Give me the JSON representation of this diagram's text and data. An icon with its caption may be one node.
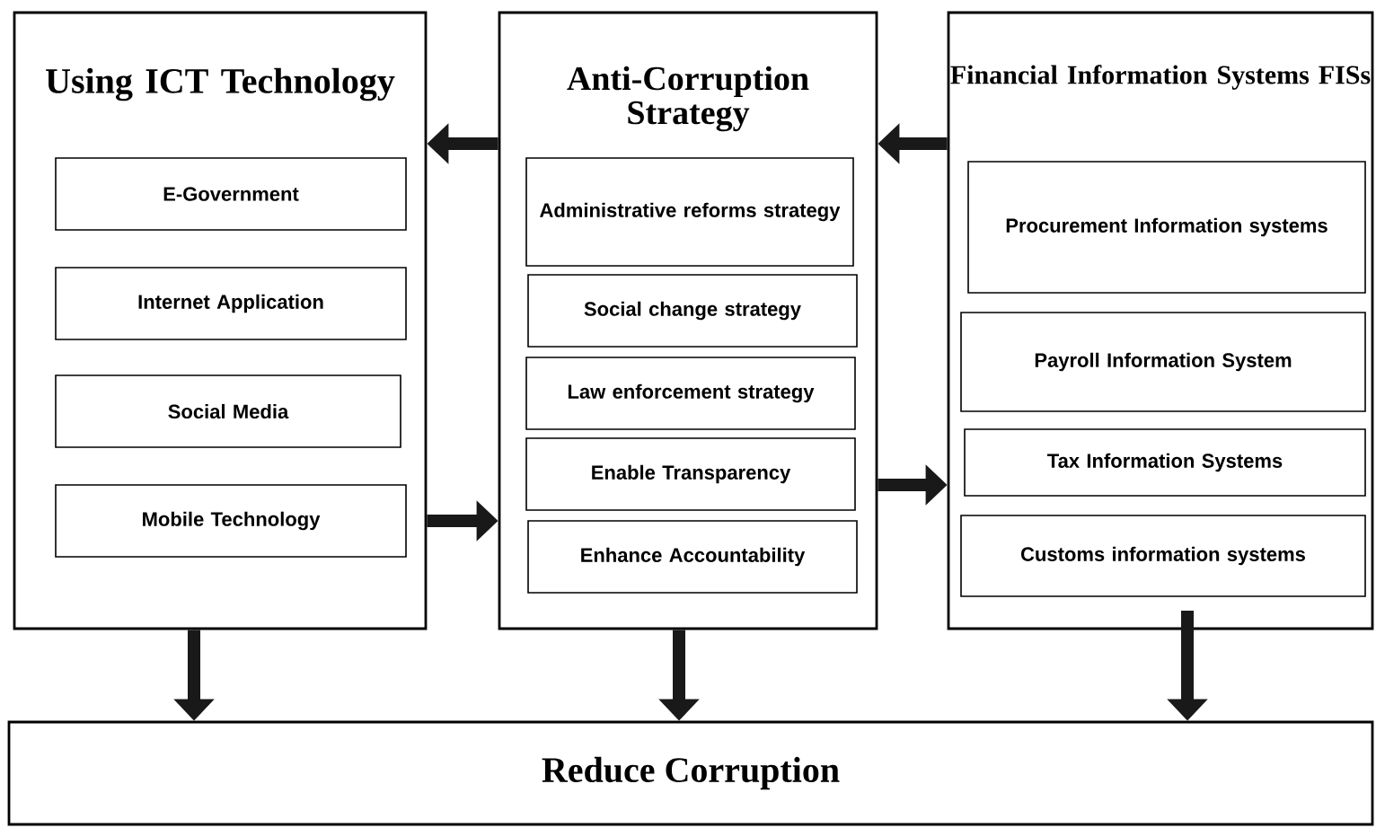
{
  "diagram": {
    "nodes": [
      {
        "text": [
          "Using ICT Technology"
        ]
      },
      {
        "text": [
          "E-Government"
        ],
        "in": 0
      },
      {
        "text": [
          "Internet Application"
        ],
        "in": 0
      },
      {
        "text": [
          "Social Media"
        ],
        "in": 0
      },
      {
        "text": [
          "Mobile Technology"
        ],
        "in": 0
      },
      {
        "text": [
          "Anti-Corruption Strategy"
        ]
      },
      {
        "text": [
          "Administrative reforms strategy"
        ],
        "in": 5
      },
      {
        "text": [
          "Social change strategy"
        ],
        "in": 5
      },
      {
        "text": [
          "Law enforcement strategy"
        ],
        "in": 5
      },
      {
        "text": [
          "Enable Transparency"
        ],
        "in": 5
      },
      {
        "text": [
          "Enhance Accountability"
        ],
        "in": 5
      },
      {
        "text": [
          "Financial Information Systems FISs"
        ]
      },
      {
        "text": [
          "Procurement Information systems"
        ],
        "in": 11
      },
      {
        "text": [
          "Payroll Information System"
        ],
        "in": 11
      },
      {
        "text": [
          "Tax Information Systems"
        ],
        "in": 11
      },
      {
        "text": [
          "Customs information systems"
        ],
        "in": 11
      },
      {
        "text": [
          "Reduce Corruption"
        ]
      }
    ],
    "edges": [
      {
        "from": 5,
        "to": 0,
        "arrow": "to"
      },
      {
        "from": 11,
        "to": 5,
        "arrow": "to"
      },
      {
        "from": 0,
        "to": 5,
        "arrow": "to"
      },
      {
        "from": 5,
        "to": 11,
        "arrow": "to"
      },
      {
        "from": 0,
        "to": 16,
        "arrow": "to"
      },
      {
        "from": 5,
        "to": 16,
        "arrow": "to"
      },
      {
        "from": 11,
        "to": 16,
        "arrow": "to"
      }
    ]
  }
}
